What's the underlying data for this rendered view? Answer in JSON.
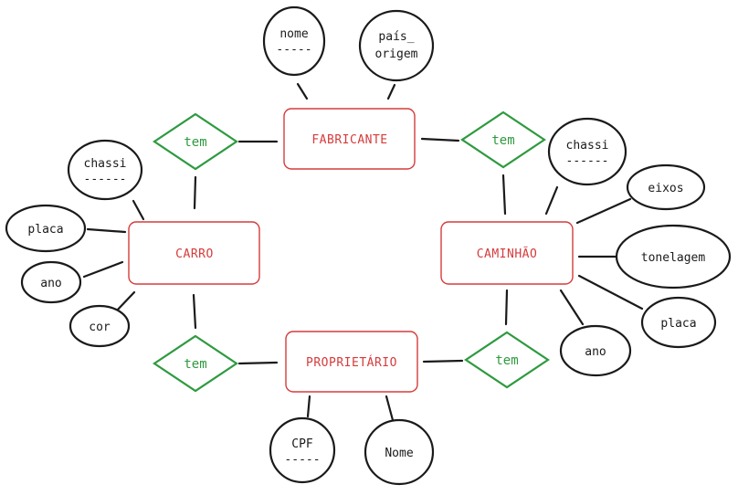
{
  "diagram": {
    "entities": {
      "fabricante": "FABRICANTE",
      "carro": "CARRO",
      "caminhao": "CAMINHÃO",
      "proprietario": "PROPRIETÁRIO"
    },
    "relationships": {
      "fabricante_carro": "tem",
      "fabricante_caminhao": "tem",
      "carro_proprietario": "tem",
      "caminhao_proprietario": "tem"
    },
    "attributes": {
      "fabricante_nome": [
        "nome",
        "-----"
      ],
      "fabricante_pais_origem": [
        "país_",
        "origem"
      ],
      "carro_chassi": [
        "chassi",
        "------"
      ],
      "carro_placa": "placa",
      "carro_ano": "ano",
      "carro_cor": "cor",
      "caminhao_chassi": [
        "chassi",
        "------"
      ],
      "caminhao_eixos": "eixos",
      "caminhao_tonelagem": "tonelagem",
      "caminhao_placa": "placa",
      "caminhao_ano": "ano",
      "proprietario_cpf": [
        "CPF",
        "-----"
      ],
      "proprietario_nome": "Nome"
    }
  }
}
